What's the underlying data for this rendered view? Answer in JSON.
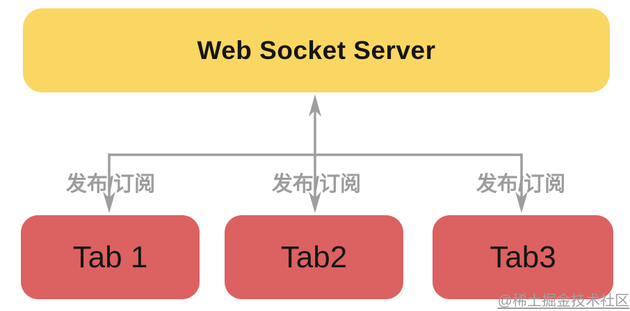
{
  "diagram": {
    "server": {
      "label": "Web Socket Server"
    },
    "edges": {
      "labels": [
        "发布/订阅",
        "发布/订阅",
        "发布/订阅"
      ]
    },
    "tabs": [
      {
        "label": "Tab 1"
      },
      {
        "label": "Tab2"
      },
      {
        "label": "Tab3"
      }
    ],
    "watermark": "@稀土掘金技术社区",
    "colors": {
      "server_fill": "#FAD763",
      "tab_fill": "#DC6161",
      "connector": "#9E9E9E",
      "edge_label": "#9C9C9C"
    }
  }
}
